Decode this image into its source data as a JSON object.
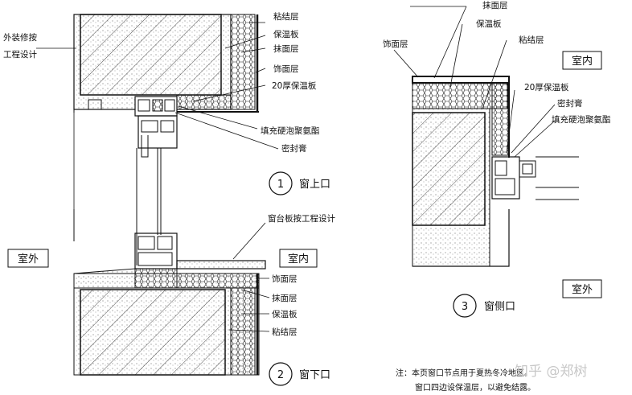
{
  "detail1": {
    "number": "1",
    "title": "窗上口",
    "label_left": [
      "外装修按",
      "工程设计"
    ],
    "layers": [
      "粘结层",
      "保温板",
      "抹面层",
      "饰面层",
      "20厚保温板"
    ],
    "fill_foam": "填充硬泡聚氨酯",
    "sealant": "密封膏"
  },
  "detail2": {
    "number": "2",
    "title": "窗下口",
    "sill_note": "窗台板按工程设计",
    "room_in": "室内",
    "room_out": "室外",
    "layers": [
      "饰面层",
      "抹面层",
      "保温板",
      "粘结层"
    ]
  },
  "detail3": {
    "number": "3",
    "title": "窗侧口",
    "room_in": "室内",
    "room_out": "室外",
    "layers_top": [
      "抹面层",
      "保温板",
      "粘结层"
    ],
    "left_layer": "饰面层",
    "insulation_20": "20厚保温板",
    "sealant": "密封膏",
    "fill_foam": "填充硬泡聚氨酯"
  },
  "note": {
    "line1": "注：本页窗口节点用于夏热冬冷地区。",
    "line2": "窗口四边设保温层，以避免结露。"
  },
  "watermark": "知乎 @郑树"
}
